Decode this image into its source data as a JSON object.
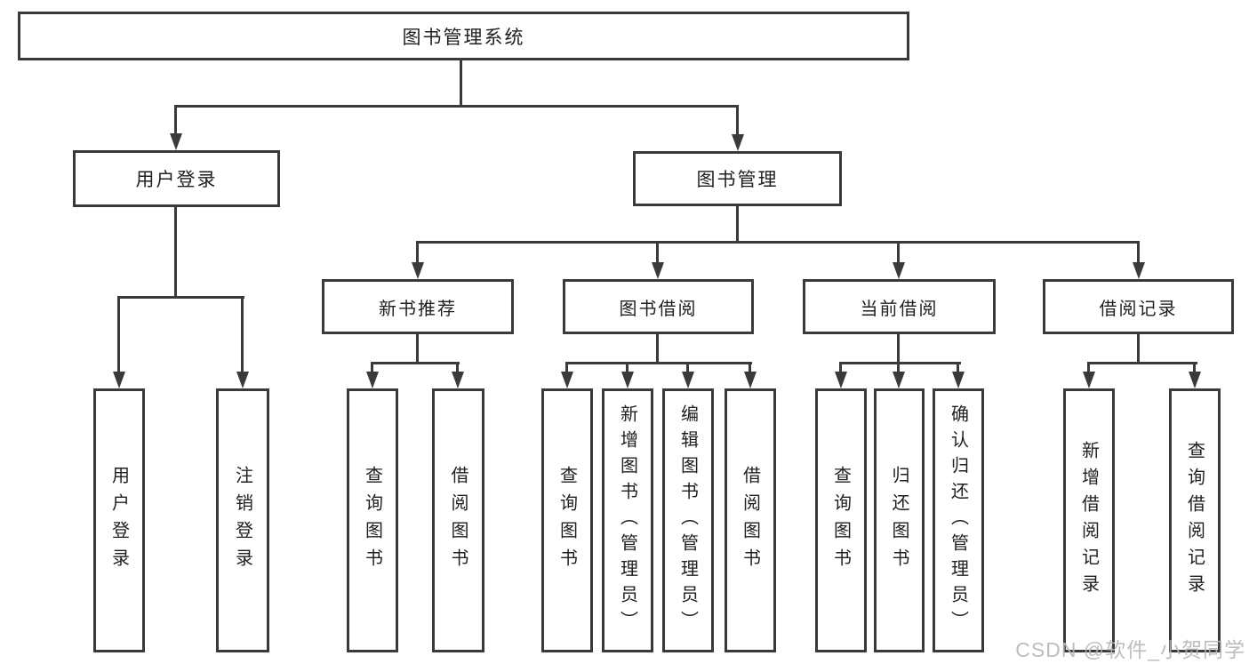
{
  "nodes": {
    "root": {
      "label": "图书管理系统"
    },
    "user_login": {
      "label": "用户登录",
      "children": [
        {
          "label": "用户登录"
        },
        {
          "label": "注销登录"
        }
      ]
    },
    "book_mgmt": {
      "label": "图书管理"
    },
    "new_books": {
      "label": "新书推荐",
      "children": [
        {
          "label": "查询图书"
        },
        {
          "label": "借阅图书"
        }
      ]
    },
    "book_borrow": {
      "label": "图书借阅",
      "children": [
        {
          "label": "查询图书"
        },
        {
          "label": "新增图书（管理员）"
        },
        {
          "label": "编辑图书（管理员）"
        },
        {
          "label": "借阅图书"
        }
      ]
    },
    "current_borrow": {
      "label": "当前借阅",
      "children": [
        {
          "label": "查询图书"
        },
        {
          "label": "归还图书"
        },
        {
          "label": "确认归还（管理员）"
        }
      ]
    },
    "borrow_records": {
      "label": "借阅记录",
      "children": [
        {
          "label": "新增借阅记录"
        },
        {
          "label": "查询借阅记录"
        }
      ]
    }
  },
  "watermark": {
    "text": "CSDN @软件_小贺同学"
  },
  "colors": {
    "line": "#3a3a3a",
    "text": "#1f1f1f",
    "watermark": "#b6b6b6",
    "background": "#ffffff"
  }
}
